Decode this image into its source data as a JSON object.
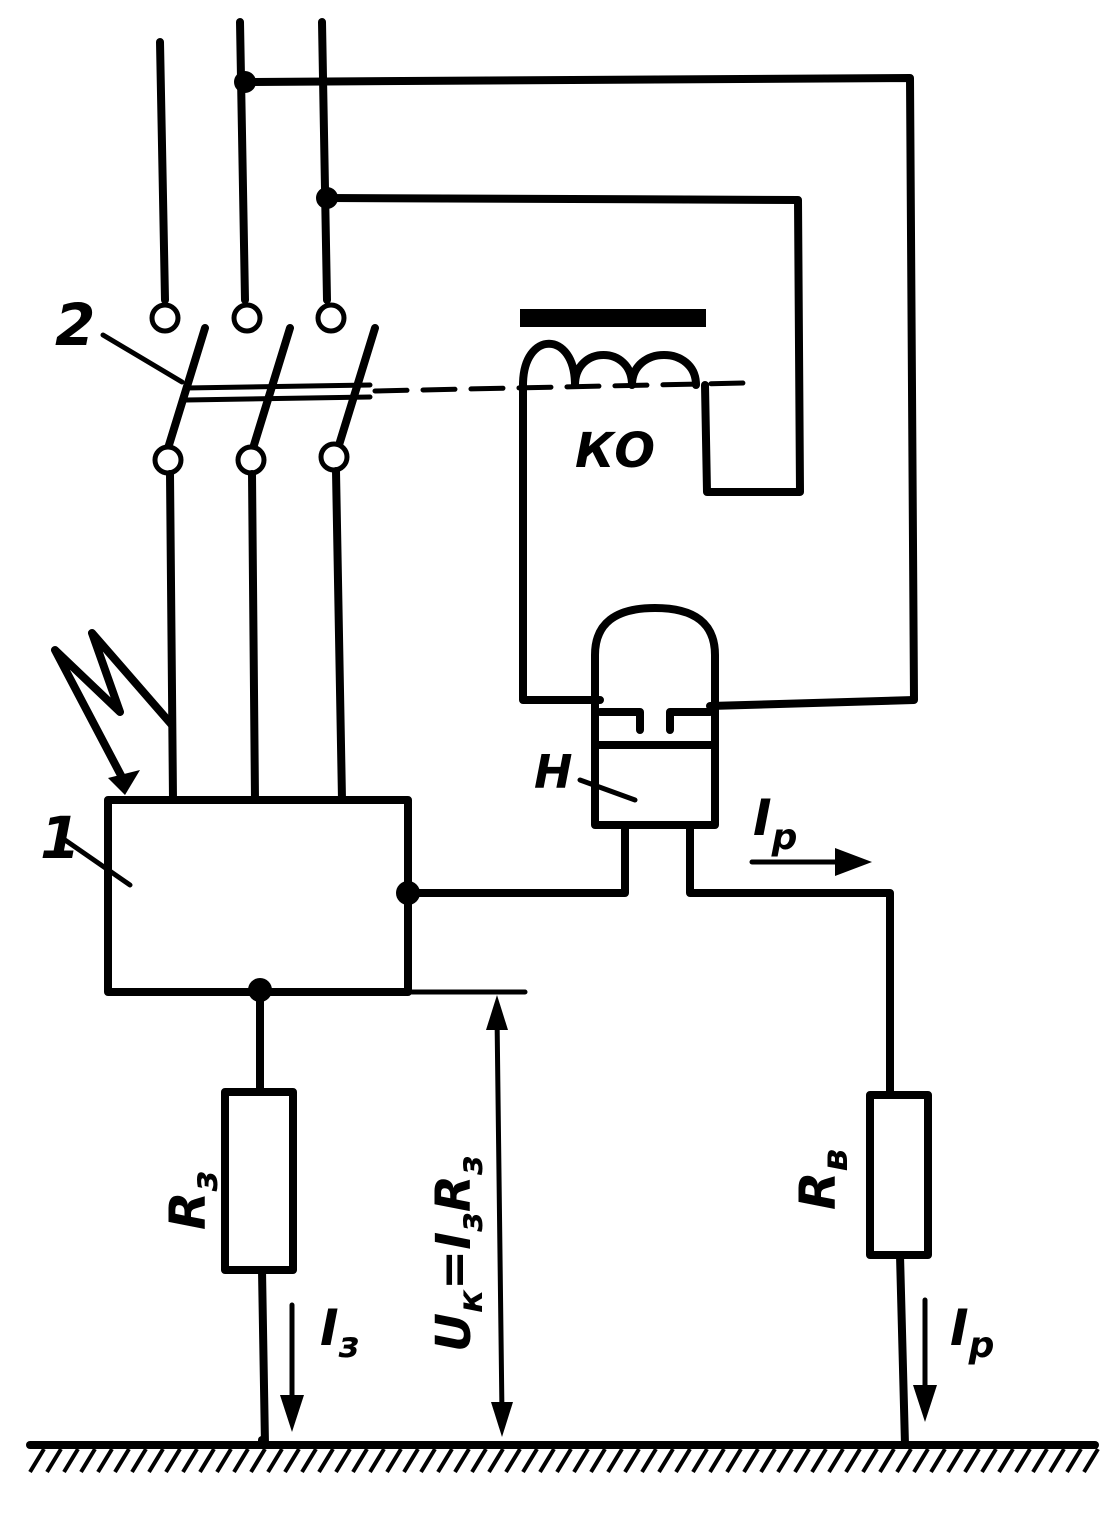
{
  "labels": {
    "equipment_number": "1",
    "switch_number": "2",
    "trip_coil": "КО",
    "relay": "Н",
    "current_relay_top": "I",
    "current_relay_top_sub": "р",
    "resistor_ground": "R",
    "resistor_ground_sub": "з",
    "resistor_aux": "R",
    "resistor_aux_sub": "в",
    "current_ground": "I",
    "current_ground_sub": "з",
    "current_relay_bottom": "I",
    "current_relay_bottom_sub": "р",
    "voltage_U": "U",
    "voltage_U_sub": "к",
    "voltage_eq": "=I",
    "voltage_I_sub": "з",
    "voltage_R": "R",
    "voltage_R_sub": "з"
  }
}
